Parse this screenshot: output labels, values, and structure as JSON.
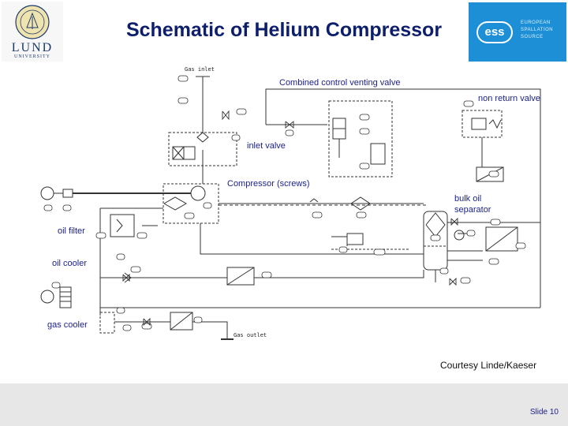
{
  "header": {
    "title": "Schematic of Helium Compressor",
    "lund_logo_word": "LUND",
    "lund_logo_sub": "UNIVERSITY",
    "ess_logo_mark": "ess",
    "ess_logo_org": "EUROPEAN SPALLATION SOURCE"
  },
  "labels": {
    "combined_valve": "Combined control venting valve",
    "non_return_valve": "non return valve",
    "inlet_valve": "inlet valve",
    "compressor": "Compressor (screws)",
    "bulk_oil_separator": "bulk oil\nseparator",
    "oil_filter": "oil filter",
    "oil_cooler": "oil cooler",
    "gas_cooler": "gas cooler",
    "gas_inlet": "Gas inlet",
    "gas_outlet": "Gas outlet"
  },
  "credit": "Courtesy Linde/Kaeser",
  "footer": {
    "slide_number": "Slide 10"
  },
  "colors": {
    "title": "#0d1f6b",
    "label": "#1a1f8a",
    "ess_blue": "#1c8fd7",
    "lund_blue": "#1d3a6b",
    "footer_bg": "#e7e7e7"
  }
}
